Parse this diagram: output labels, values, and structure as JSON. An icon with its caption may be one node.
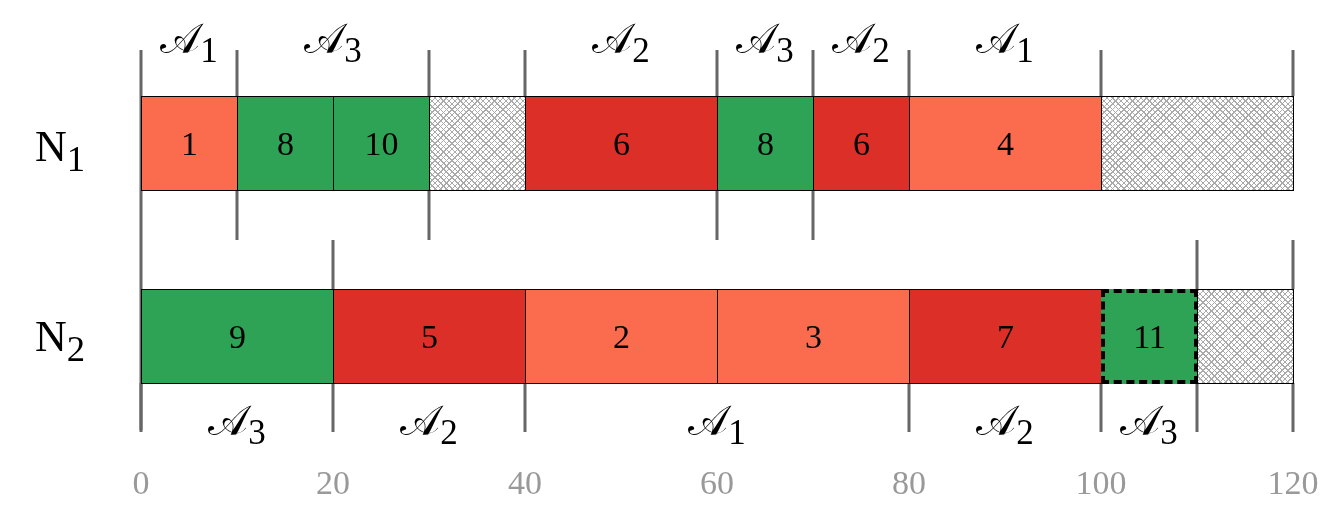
{
  "diagram": {
    "nodes": [
      {
        "text": [
          "1"
        ]
      },
      {
        "text": [
          "8"
        ]
      },
      {
        "text": [
          "10"
        ]
      },
      {
        "text": [],
        "shape": "box"
      },
      {
        "text": [
          "6"
        ]
      },
      {
        "text": [
          "8"
        ]
      },
      {
        "text": [
          "6"
        ]
      },
      {
        "text": [
          "4"
        ]
      },
      {
        "text": [],
        "shape": "box"
      },
      {
        "text": [
          "9"
        ]
      },
      {
        "text": [
          "5"
        ]
      },
      {
        "text": [
          "2"
        ]
      },
      {
        "text": [
          "3"
        ]
      },
      {
        "text": [
          "7"
        ]
      },
      {
        "text": [
          "11"
        ]
      },
      {
        "text": [],
        "shape": "box"
      }
    ],
    "edges": [],
    "labels": [
      "𝒜$_{1}$",
      "𝒜$_{3}$",
      "𝒜$_{2}$",
      "𝒜$_{3}$",
      "𝒜$_{2}$",
      "𝒜$_{1}$",
      "N$_{1}$",
      "N$_{2}$",
      "𝒜$_{3}$",
      "𝒜$_{2}$",
      "𝒜$_{1}$",
      "𝒜$_{2}$",
      "𝒜$_{3}$",
      "0",
      "20",
      "40",
      "60",
      "80",
      "100",
      "120"
    ]
  }
}
